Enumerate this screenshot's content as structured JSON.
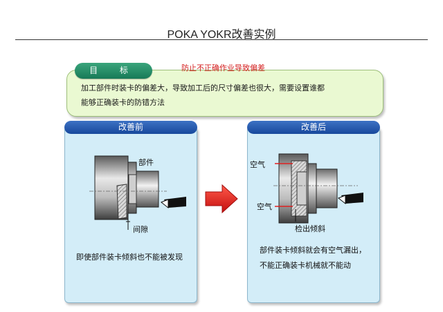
{
  "page": {
    "title": "POKA YOKR改善实例"
  },
  "goal": {
    "tag_label": "目 标",
    "headline": "防止不正确作业导致偏差",
    "lines": [
      "加工部件时装卡的偏差大，导致加工后的尺寸偏差也很大，需要设置谁都",
      "能够正确装卡的防错方法"
    ]
  },
  "before": {
    "header": "改善前",
    "part_label": "部件",
    "gap_label": "间隙",
    "caption": "即使部件装卡倾斜也不能被发现"
  },
  "after": {
    "header": "改善后",
    "air_label_top": "空气",
    "air_label_bottom": "空气",
    "detect_label": "检出倾斜",
    "caption_lines": [
      "部件装卡倾斜就会有空气漏出，",
      "不能正确装卡机械就不能动"
    ]
  },
  "colors": {
    "accent_green": "#1e8a62",
    "accent_blue": "#1f55ad",
    "arrow_red": "#e31b1b",
    "goal_red": "#d41f1f"
  },
  "icons": {
    "process_arrow": "right-arrow-icon"
  }
}
